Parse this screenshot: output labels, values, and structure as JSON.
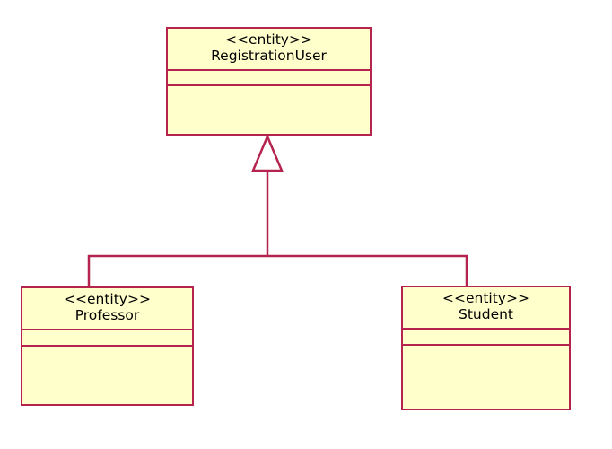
{
  "diagram": {
    "kind": "uml-class-diagram",
    "relationship": "generalization",
    "background_color": "#ffffff",
    "class_fill_color": "#ffffcc",
    "class_border_color": "#b5244f",
    "connector_color": "#b5244f",
    "text_color": "#000000"
  },
  "classes": {
    "parent": {
      "stereotype": "<<entity>>",
      "name": "RegistrationUser",
      "attributes": [],
      "operations": []
    },
    "child_left": {
      "stereotype": "<<entity>>",
      "name": "Professor",
      "attributes": [],
      "operations": []
    },
    "child_right": {
      "stereotype": "<<entity>>",
      "name": "Student",
      "attributes": [],
      "operations": []
    }
  },
  "connectors": [
    {
      "type": "generalization",
      "from": "Professor",
      "to": "RegistrationUser",
      "arrow": "hollow-triangle"
    },
    {
      "type": "generalization",
      "from": "Student",
      "to": "RegistrationUser",
      "arrow": "hollow-triangle"
    }
  ]
}
